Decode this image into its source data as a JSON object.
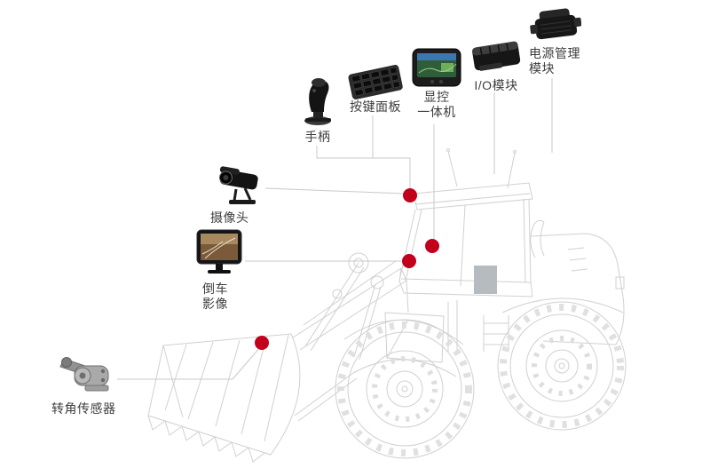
{
  "diagram": {
    "type": "product-installation-diagram",
    "vehicle": "wheel-loader-line-art",
    "marker_color": "#c2001c",
    "connector_color": "#c9c9c9",
    "artwork_color": "#d0d0d0",
    "label_color": "#3d3d3d",
    "install_point_count": 4,
    "callouts": {
      "joystick": {
        "label": [
          "手柄"
        ],
        "image": "joystick-photo"
      },
      "keypad": {
        "label": [
          "按键面板"
        ],
        "image": "keypad-photo"
      },
      "display_unit": {
        "label": [
          "显控",
          "一体机"
        ],
        "image": "display-unit-photo"
      },
      "io_module": {
        "label": [
          "I/O模块"
        ],
        "image": "io-module-photo"
      },
      "power_module": {
        "label": [
          "电源管理",
          "模块"
        ],
        "image": "power-module-photo"
      },
      "camera": {
        "label": [
          "摄像头"
        ],
        "image": "camera-photo"
      },
      "rear_view_monitor": {
        "label": [
          "倒车",
          "影像"
        ],
        "image": "rear-view-monitor-photo"
      },
      "angle_sensor": {
        "label": [
          "转角传感器"
        ],
        "image": "angle-sensor-photo"
      }
    }
  }
}
